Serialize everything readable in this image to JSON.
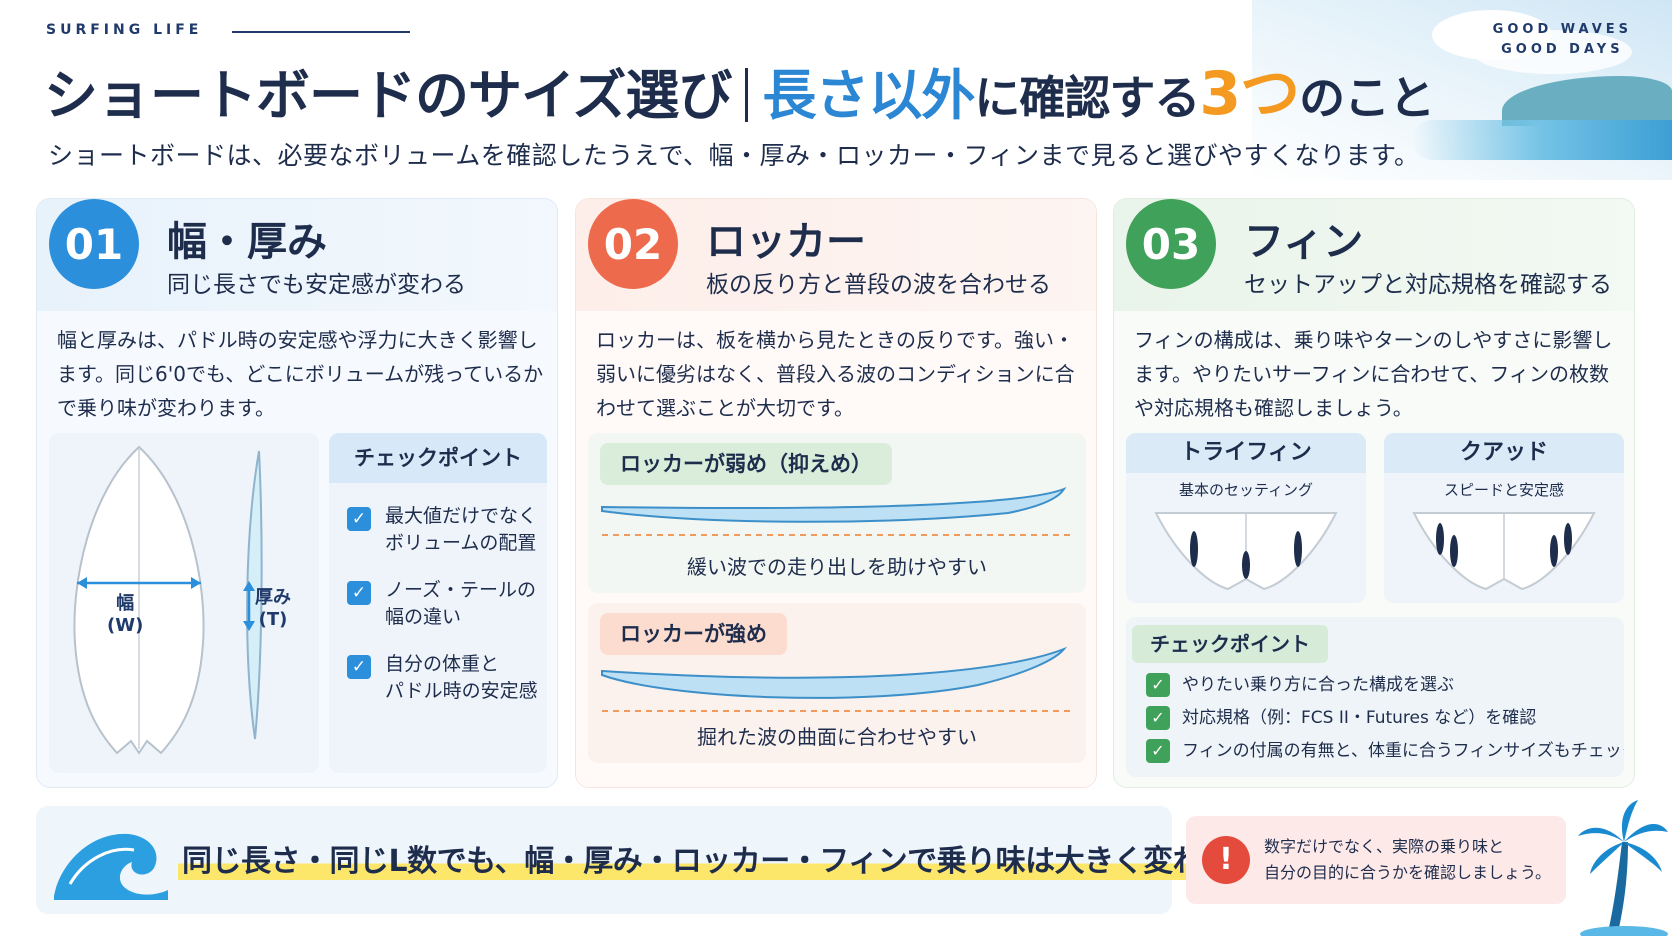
{
  "header": {
    "kicker": "SURFING LIFE",
    "tagline_1": "GOOD WAVES",
    "tagline_2": "GOOD DAYS",
    "title_main": "ショートボードのサイズ選び",
    "title_blue": "長さ以外",
    "title_mid": "に確認する",
    "title_num": "3つ",
    "title_end": "のこと",
    "subtitle": "ショートボードは、必要なボリュームを確認したうえで、幅・厚み・ロッカー・フィンまで見ると選びやすくなります。"
  },
  "cards": [
    {
      "num": "01",
      "title": "幅・厚み",
      "sub": "同じ長さでも安定感が変わる",
      "body": "幅と厚みは、パドル時の安定感や浮力に大きく影響します。同じ6'0でも、どこにボリュームが残っているかで乗り味が変わります。",
      "width_label_1": "幅",
      "width_label_2": "(W)",
      "thick_label_1": "厚み",
      "thick_label_2": "(T)",
      "check_title": "チェックポイント",
      "checks": [
        {
          "l1": "最大値だけでなく",
          "l2": "ボリュームの配置"
        },
        {
          "l1": "ノーズ・テールの",
          "l2": "幅の違い"
        },
        {
          "l1": "自分の体重と",
          "l2": "パドル時の安定感"
        }
      ]
    },
    {
      "num": "02",
      "title": "ロッカー",
      "sub": "板の反り方と普段の波を合わせる",
      "body": "ロッカーは、板を横から見たときの反りです。強い・弱いに優劣はなく、普段入る波のコンディションに合わせて選ぶことが大切です。",
      "weak_tag": "ロッカーが弱め（抑えめ）",
      "weak_cap": "緩い波での走り出しを助けやすい",
      "strong_tag": "ロッカーが強め",
      "strong_cap": "掘れた波の曲面に合わせやすい"
    },
    {
      "num": "03",
      "title": "フィン",
      "sub": "セットアップと対応規格を確認する",
      "body": "フィンの構成は、乗り味やターンのしやすさに影響します。やりたいサーフィンに合わせて、フィンの枚数や対応規格も確認しましょう。",
      "tri_title": "トライフィン",
      "tri_sub": "基本のセッティング",
      "quad_title": "クアッド",
      "quad_sub": "スピードと安定感",
      "check_title": "チェックポイント",
      "checks": [
        "やりたい乗り方に合った構成を選ぶ",
        "対応規格（例：FCS II・Futures など）を確認",
        "フィンの付属の有無と、体重に合うフィンサイズもチェック"
      ]
    }
  ],
  "footer": {
    "banner": "同じ長さ・同じL数でも、幅・厚み・ロッカー・フィンで乗り味は大きく変わる",
    "note_icon": "!",
    "note_1": "数字だけでなく、実際の乗り味と",
    "note_2": "自分の目的に合うかを確認しましょう。"
  },
  "icons": {
    "wave": "wave-icon",
    "palm": "palm-tree-icon",
    "check": "checkbox-icon",
    "alert": "exclamation-icon"
  },
  "colors": {
    "navy": "#1f2d4d",
    "blue": "#2b86d4",
    "orange": "#f49a21",
    "red_accent": "#ee6a4c",
    "green_accent": "#3fa15a",
    "highlight": "#fde76a"
  }
}
